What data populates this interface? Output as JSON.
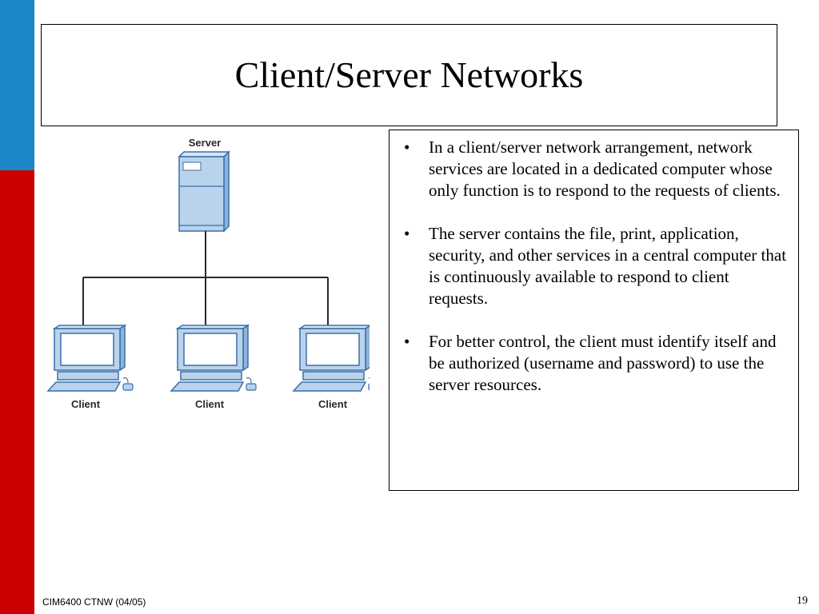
{
  "slide": {
    "title": "Client/Server Networks",
    "bullet_glyph": "•",
    "bullets": [
      "In a client/server network arrangement, network services are located in a dedicated computer whose only function is to respond to the requests of clients.",
      "The server contains the file, print, application, security, and other services in a central computer that is continuously available to respond to client requests.",
      "For better control, the client must identify itself and be authorized (username and password) to use the server resources."
    ]
  },
  "diagram": {
    "server_label": "Server",
    "client_labels": [
      "Client",
      "Client",
      "Client"
    ]
  },
  "footer": {
    "course": "CIM6400 CTNW (04/05)",
    "page_number": "19"
  },
  "colors": {
    "sidebar_top": "#1a87c6",
    "sidebar_bottom": "#cc0000",
    "device_fill": "#b9d3ec",
    "device_stroke": "#3a6fa8"
  }
}
